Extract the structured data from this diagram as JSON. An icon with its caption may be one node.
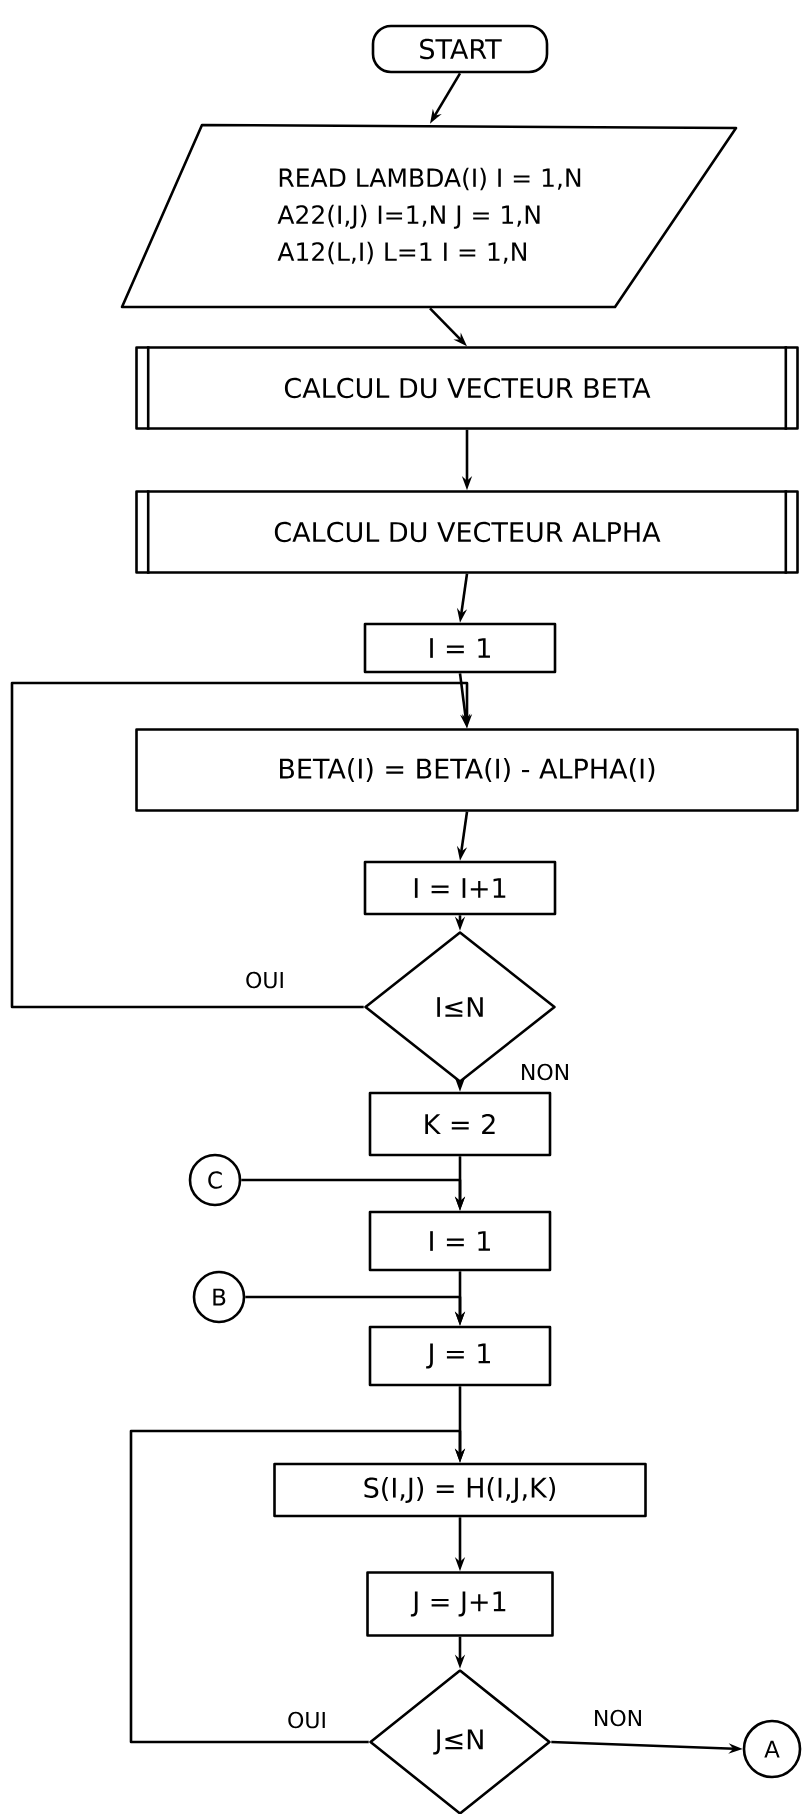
{
  "diagram": {
    "nodes": [
      {
        "text": [
          "START"
        ]
      },
      {
        "text": [
          "READ LAMBDA(I) I = 1,N",
          "A22(I,J) I=1,N J = 1,N",
          "A12(L,I) L=1 I = 1,N"
        ]
      },
      {
        "text": [
          "CALCUL DU VECTEUR BETA"
        ]
      },
      {
        "text": [
          "CALCUL DU VECTEUR ALPHA"
        ]
      },
      {
        "text": [
          "I = 1"
        ]
      },
      {
        "text": [
          "BETA(I) = BETA(I) - ALPHA(I)"
        ]
      },
      {
        "text": [
          "I = I+1"
        ]
      },
      {
        "text": [
          "I≤N"
        ]
      },
      {
        "text": [
          "K = 2"
        ]
      },
      {
        "text": [
          "C"
        ]
      },
      {
        "text": [
          "I = 1"
        ]
      },
      {
        "text": [
          "B"
        ]
      },
      {
        "text": [
          "J = 1"
        ]
      },
      {
        "text": [
          "S(I,J) = H(I,J,K)"
        ]
      },
      {
        "text": [
          "J = J+1"
        ]
      },
      {
        "text": [
          "J≤N"
        ]
      },
      {
        "text": [
          "A"
        ]
      }
    ],
    "edges": [
      {
        "from": 0,
        "to": 1,
        "arrow": "to"
      },
      {
        "from": 1,
        "to": 2,
        "arrow": "to"
      },
      {
        "from": 2,
        "to": 3,
        "arrow": "to"
      },
      {
        "from": 3,
        "to": 4,
        "arrow": "to"
      },
      {
        "from": 4,
        "to": 5,
        "arrow": "to"
      },
      {
        "from": 5,
        "to": 6,
        "arrow": "to"
      },
      {
        "from": 6,
        "to": 7,
        "arrow": "to"
      },
      {
        "from": 7,
        "to": 5,
        "arrow": "to",
        "label": "OUI"
      },
      {
        "from": 7,
        "to": 8,
        "arrow": "to",
        "label": "NON"
      },
      {
        "from": 8,
        "to": 10,
        "arrow": "to"
      },
      {
        "from": 9,
        "to": 10,
        "arrow": "to"
      },
      {
        "from": 10,
        "to": 12,
        "arrow": "to"
      },
      {
        "from": 11,
        "to": 12,
        "arrow": "to"
      },
      {
        "from": 12,
        "to": 13,
        "arrow": "to"
      },
      {
        "from": 13,
        "to": 14,
        "arrow": "to"
      },
      {
        "from": 14,
        "to": 15,
        "arrow": "to"
      },
      {
        "from": 15,
        "to": 13,
        "arrow": "to",
        "label": "OUI"
      },
      {
        "from": 15,
        "to": 16,
        "arrow": "to",
        "label": "NON"
      }
    ]
  }
}
